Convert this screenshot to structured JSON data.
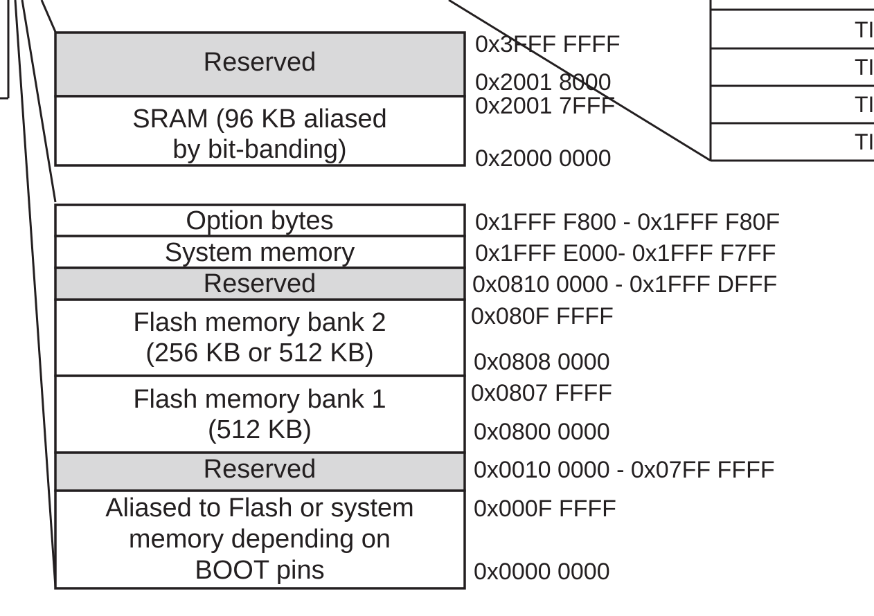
{
  "colors": {
    "line": "#231f20",
    "reserved_fill": "#d9d9da",
    "plain_fill": "#ffffff"
  },
  "upper_region": {
    "blocks": [
      {
        "name": "reserved",
        "lines": [
          "Reserved"
        ],
        "reserved": true
      },
      {
        "name": "sram",
        "lines": [
          "SRAM (96 KB aliased",
          "by bit-banding)"
        ],
        "reserved": false
      }
    ],
    "addresses": [
      "0x3FFF FFFF",
      "0x2001 8000",
      "0x2001 7FFF",
      "0x2000 0000"
    ]
  },
  "lower_region": {
    "blocks": [
      {
        "name": "option-bytes",
        "lines": [
          "Option bytes"
        ],
        "reserved": false
      },
      {
        "name": "system-memory",
        "lines": [
          "System memory"
        ],
        "reserved": false
      },
      {
        "name": "reserved-1",
        "lines": [
          "Reserved"
        ],
        "reserved": true
      },
      {
        "name": "flash-bank-2",
        "lines": [
          "Flash memory bank 2",
          "(256 KB or 512 KB)"
        ],
        "reserved": false
      },
      {
        "name": "flash-bank-1",
        "lines": [
          "Flash memory bank 1",
          "(512 KB)"
        ],
        "reserved": false
      },
      {
        "name": "reserved-2",
        "lines": [
          "Reserved"
        ],
        "reserved": true
      },
      {
        "name": "aliased",
        "lines": [
          "Aliased to Flash or system",
          "memory depending on",
          "BOOT pins"
        ],
        "reserved": false
      }
    ],
    "addresses": [
      "0x1FFF F800 - 0x1FFF F80F",
      "0x1FFF E000- 0x1FFF F7FF",
      "0x0810 0000 - 0x1FFF DFFF",
      "0x080F FFFF",
      "0x0808 0000",
      "0x0807 FFFF",
      "0x0800 0000",
      "0x0010 0000 - 0x07FF FFFF",
      "0x000F FFFF",
      "0x0000 0000"
    ]
  },
  "right_tabs": [
    "TI",
    "TI",
    "TI",
    "TI"
  ]
}
